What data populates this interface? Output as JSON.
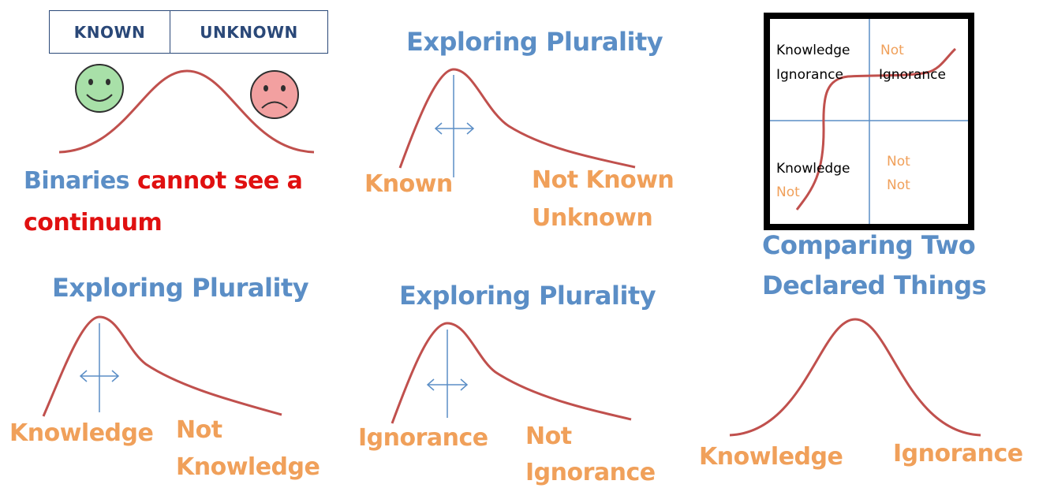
{
  "panel_binaries": {
    "box": {
      "known": "KNOWN",
      "unknown": "UNKNOWN"
    },
    "caption_part1": "Binaries",
    "caption_part2": "cannot see a",
    "caption_part3": "continuum",
    "happy_face_color": "#a8e0a8",
    "sad_face_color": "#f2a0a0"
  },
  "panel_known": {
    "title": "Exploring Plurality",
    "left_label": "Known",
    "right_label_line1": "Not Known",
    "right_label_line2": "Unknown"
  },
  "panel_quadrant": {
    "top_left_line1": "Knowledge",
    "top_left_line2": "Ignorance",
    "top_right_line1": "Not",
    "top_right_line2": "Ignorance",
    "bottom_left_line1": "Knowledge",
    "bottom_left_line2": "Not",
    "bottom_right_line1": "Not",
    "bottom_right_line2": "Not"
  },
  "panel_knowledge": {
    "title": "Exploring Plurality",
    "left_label": "Knowledge",
    "right_label_line1": "Not",
    "right_label_line2": "Knowledge"
  },
  "panel_ignorance": {
    "title": "Exploring Plurality",
    "left_label": "Ignorance",
    "right_label_line1": "Not",
    "right_label_line2": "Ignorance"
  },
  "panel_compare": {
    "title_line1": "Comparing Two",
    "title_line2": "Declared Things",
    "left_label": "Knowledge",
    "right_label": "Ignorance"
  },
  "colors": {
    "curve": "#c0504d",
    "title_blue": "#5b8ec6",
    "label_orange": "#f0a05a",
    "emphasis_red": "#e01010",
    "axis_blue": "#5b8ec6"
  }
}
